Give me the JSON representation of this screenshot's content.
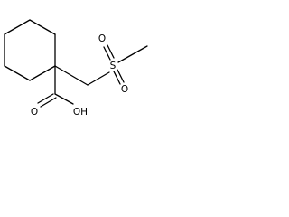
{
  "molecule": {
    "atoms": {
      "sulfur": "S",
      "sulfonyl_oxygen_top": "O",
      "sulfonyl_oxygen_bottom": "O",
      "carbonyl_oxygen": "O",
      "hydroxyl": "OH"
    }
  }
}
